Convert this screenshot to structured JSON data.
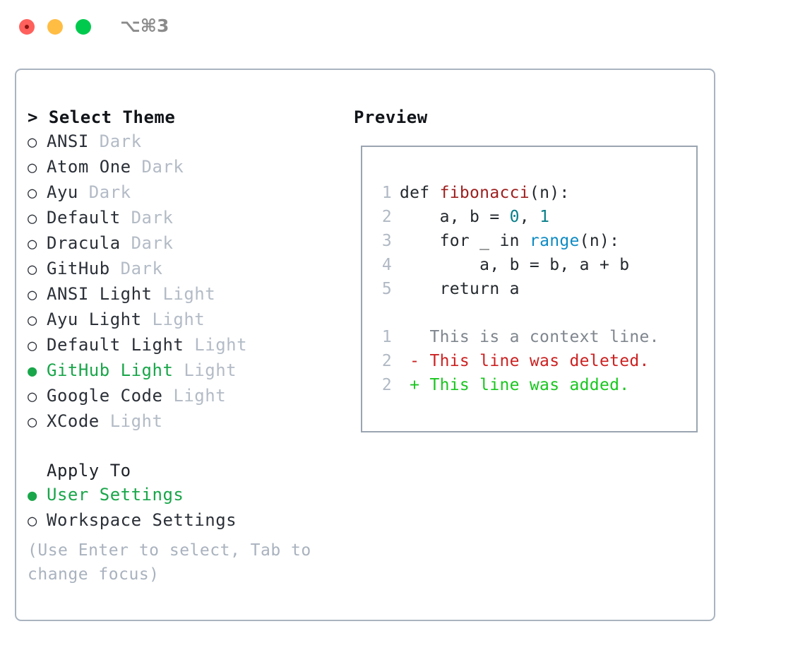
{
  "titlebar": {
    "shortcut": "⌥⌘3",
    "traffic_lights": [
      "close",
      "minimize",
      "maximize"
    ]
  },
  "colors": {
    "accent_green": "#19a64a",
    "panel_border": "#aab4c0",
    "preview_border": "#9aa5b1",
    "muted": "#b3bbc6",
    "hint": "#a9b2be",
    "diff_added": "#19c61f",
    "diff_deleted": "#cc2222",
    "syntax_function": "#9d1f1f",
    "syntax_number": "#0a7f89",
    "syntax_call": "#0e8bc4"
  },
  "theme_section": {
    "heading": "> Select Theme",
    "focused": true,
    "items": [
      {
        "bullet": "○",
        "name": "ANSI",
        "variant": "Dark",
        "selected": false
      },
      {
        "bullet": "○",
        "name": "Atom One",
        "variant": "Dark",
        "selected": false
      },
      {
        "bullet": "○",
        "name": "Ayu",
        "variant": "Dark",
        "selected": false
      },
      {
        "bullet": "○",
        "name": "Default",
        "variant": "Dark",
        "selected": false
      },
      {
        "bullet": "○",
        "name": "Dracula",
        "variant": "Dark",
        "selected": false
      },
      {
        "bullet": "○",
        "name": "GitHub",
        "variant": "Dark",
        "selected": false
      },
      {
        "bullet": "○",
        "name": "ANSI Light",
        "variant": "Light",
        "selected": false
      },
      {
        "bullet": "○",
        "name": "Ayu Light",
        "variant": "Light",
        "selected": false
      },
      {
        "bullet": "○",
        "name": "Default Light",
        "variant": "Light",
        "selected": false
      },
      {
        "bullet": "●",
        "name": "GitHub Light",
        "variant": "Light",
        "selected": true
      },
      {
        "bullet": "○",
        "name": "Google Code",
        "variant": "Light",
        "selected": false
      },
      {
        "bullet": "○",
        "name": "XCode",
        "variant": "Light",
        "selected": false
      }
    ]
  },
  "apply_section": {
    "heading": "Apply To",
    "focused": false,
    "items": [
      {
        "bullet": "●",
        "name": "User Settings",
        "selected": true
      },
      {
        "bullet": "○",
        "name": "Workspace Settings",
        "selected": false
      }
    ]
  },
  "hint": "(Use Enter to select, Tab to change focus)",
  "preview": {
    "heading": "Preview",
    "code_lines": [
      {
        "lineno": "1",
        "tokens": [
          {
            "text": "def ",
            "style": "plain"
          },
          {
            "text": "fibonacci",
            "style": "fn"
          },
          {
            "text": "(n):",
            "style": "plain"
          }
        ]
      },
      {
        "lineno": "2",
        "tokens": [
          {
            "text": "    a, b = ",
            "style": "plain"
          },
          {
            "text": "0",
            "style": "num"
          },
          {
            "text": ", ",
            "style": "plain"
          },
          {
            "text": "1",
            "style": "num"
          }
        ]
      },
      {
        "lineno": "3",
        "tokens": [
          {
            "text": "    for _ in ",
            "style": "plain"
          },
          {
            "text": "range",
            "style": "call"
          },
          {
            "text": "(n):",
            "style": "plain"
          }
        ]
      },
      {
        "lineno": "4",
        "tokens": [
          {
            "text": "        a, b = b, a + b",
            "style": "plain"
          }
        ]
      },
      {
        "lineno": "5",
        "tokens": [
          {
            "text": "    return a",
            "style": "plain"
          }
        ]
      },
      {
        "lineno": "",
        "tokens": [
          {
            "text": " ",
            "style": "plain"
          }
        ]
      },
      {
        "lineno": "1",
        "tokens": [
          {
            "text": "   This is a context line.",
            "style": "ctx"
          }
        ]
      },
      {
        "lineno": "2",
        "tokens": [
          {
            "text": " - This line was deleted.",
            "style": "del"
          }
        ]
      },
      {
        "lineno": "2",
        "tokens": [
          {
            "text": " + This line was added.",
            "style": "add"
          }
        ]
      }
    ]
  }
}
